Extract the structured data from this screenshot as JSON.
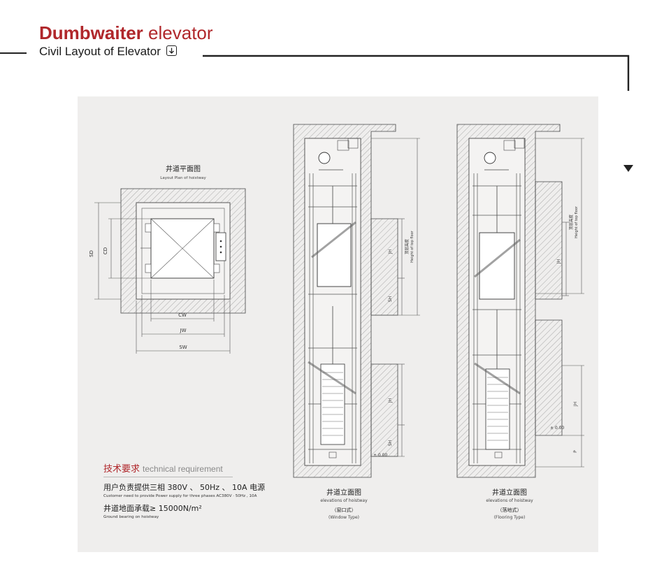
{
  "header": {
    "title_bold": "Dumbwaiter",
    "title_light": "elevator",
    "subtitle": "Civil Layout of Elevator",
    "icons": [
      "down-arrow-icon",
      "flow-arrow-icon"
    ],
    "accent_color": "#b0272b"
  },
  "plan": {
    "title_cn": "井道平面图",
    "title_en": "Layout Plan of hoistway",
    "dims": {
      "sd": "SD",
      "cd": "CD",
      "cw": "CW",
      "jw": "JW",
      "sw": "SW"
    }
  },
  "elevation_window": {
    "title_cn": "井道立面图",
    "title_en": "elevations of hoistway",
    "type_cn": "（窗口式）",
    "type_en": "(Window Type)",
    "label_top_cn": "顶层高度",
    "label_top_en": "Height of top floor",
    "jh": "JH",
    "sh": "SH",
    "zero": "± 0.00"
  },
  "elevation_floor": {
    "title_cn": "井道立面图",
    "title_en": "elevations of hoistway",
    "type_cn": "（落地式）",
    "type_en": "(Flooring Type)",
    "label_top_cn": "顶层高度",
    "label_top_en": "Height of top floor",
    "jh": "JH",
    "p": "P",
    "zero": "± 0.00"
  },
  "requirements": {
    "title_cn": "技术要求",
    "title_en": "technical requirement",
    "items": [
      {
        "cn": "用户负责提供三相 380V 、 50Hz 、 10A 电源",
        "en": "Customer need to provide Power supply for three phases AC380V · 50Hz , 10A"
      },
      {
        "cn": "井道地面承载≥ 15000N/m²",
        "en": "Ground bearing on hoistway"
      }
    ]
  }
}
